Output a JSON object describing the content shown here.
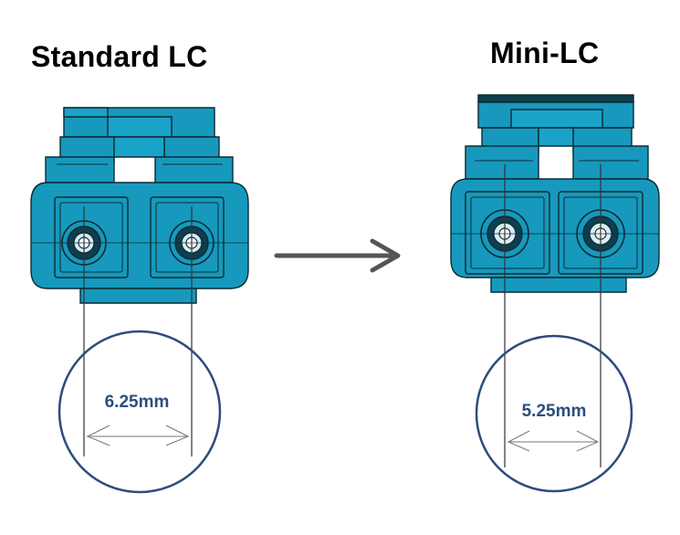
{
  "diagram": {
    "left": {
      "title": "Standard LC",
      "measurement": "6.25mm"
    },
    "right": {
      "title": "Mini-LC",
      "measurement": "5.25mm"
    }
  },
  "colors": {
    "connector_body": "#1699bd",
    "connector_outline": "#0e2a33",
    "arrow": "#555555",
    "circle": "#2e4c7e",
    "measurement_text": "#2b4f7d"
  },
  "icons": {
    "arrow": "arrow-right-icon"
  }
}
